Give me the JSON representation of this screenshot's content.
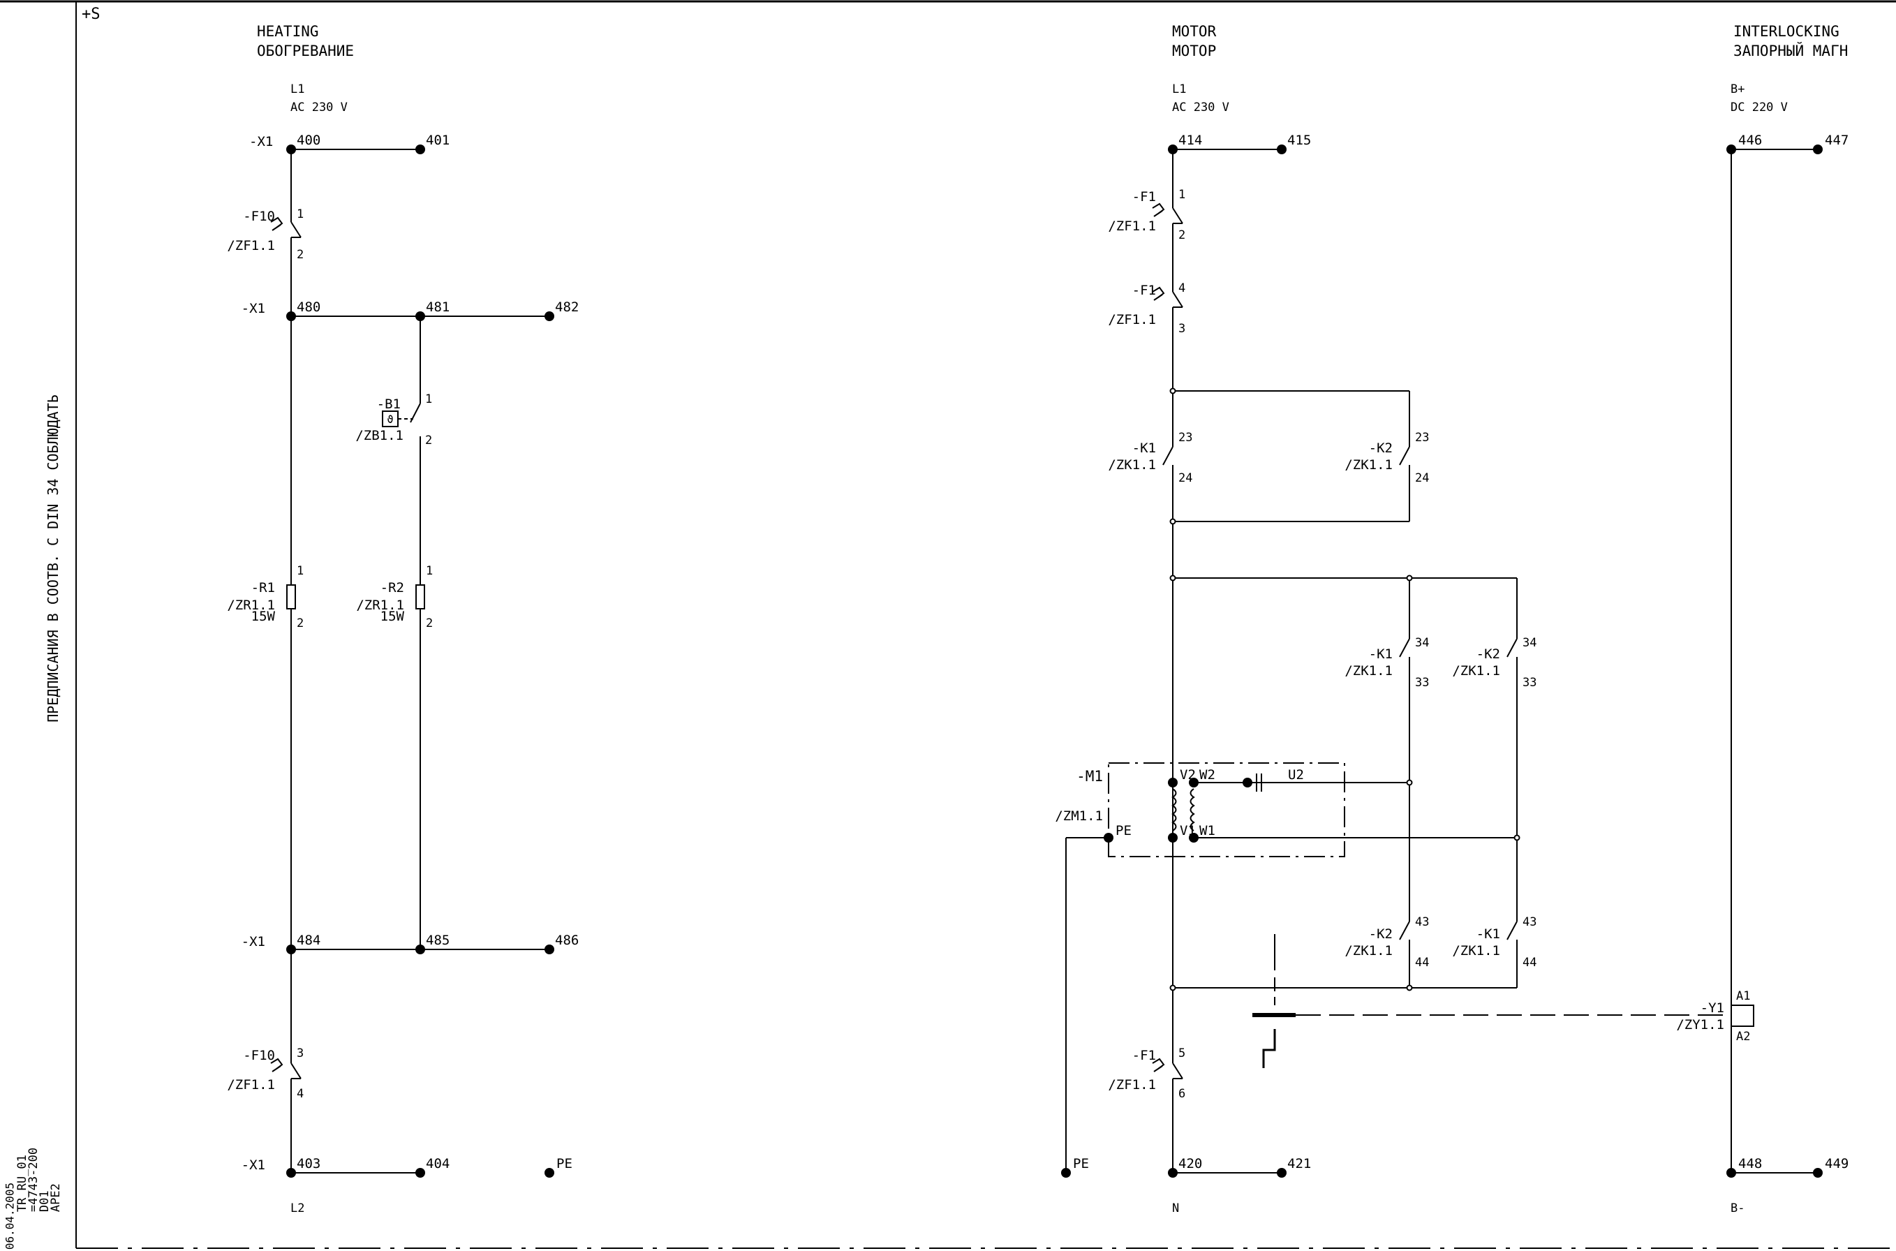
{
  "sheet": {
    "zone": "+S",
    "side_note": "ПРЕДПИСАНИЯ В СООТВ. С  DIN 34 СОБЛЮДАТЬ",
    "footer_date": "06.04.2005",
    "footer_lines": [
      "TR_RU_01",
      "=4743-200",
      "D01",
      "APE2"
    ]
  },
  "heating": {
    "title_en": "HEATING",
    "title_ru": "ОБОГРЕВАНИЕ",
    "supply_line": "L1",
    "supply_voltage": "AC 230 V",
    "return_line": "L2",
    "terminals": {
      "x1_a": "-X1",
      "x1_b": "-X1",
      "x1_c": "-X1",
      "x1_d": "-X1",
      "t400": "400",
      "t401": "401",
      "t480": "480",
      "t481": "481",
      "t482": "482",
      "t484": "484",
      "t485": "485",
      "t486": "486",
      "t403": "403",
      "t404": "404",
      "pe": "PE"
    },
    "f10_top": {
      "tag": "-F10",
      "ref": "/ZF1.1",
      "pin_in": "1",
      "pin_out": "2"
    },
    "f10_bottom": {
      "tag": "-F10",
      "ref": "/ZF1.1",
      "pin_in": "3",
      "pin_out": "4"
    },
    "b1": {
      "tag": "-B1",
      "ref": "/ZB1.1",
      "pin_in": "1",
      "pin_out": "2",
      "symbol": "ϑ"
    },
    "r1": {
      "tag": "-R1",
      "ref": "/ZR1.1",
      "power": "15W",
      "pin_in": "1",
      "pin_out": "2"
    },
    "r2": {
      "tag": "-R2",
      "ref": "/ZR1.1",
      "power": "15W",
      "pin_in": "1",
      "pin_out": "2"
    }
  },
  "motor": {
    "title_en": "MOTOR",
    "title_ru": "МОТОР",
    "supply_line": "L1",
    "supply_voltage": "AC 230 V",
    "return_line": "N",
    "terminals": {
      "t414": "414",
      "t415": "415",
      "t420": "420",
      "t421": "421",
      "pe": "PE"
    },
    "f1_a": {
      "tag": "-F1",
      "ref": "/ZF1.1",
      "pin_in": "1",
      "pin_out": "2"
    },
    "f1_b": {
      "tag": "-F1",
      "ref": "/ZF1.1",
      "pin_in": "4",
      "pin_out": "3"
    },
    "f1_c": {
      "tag": "-F1",
      "ref": "/ZF1.1",
      "pin_in": "5",
      "pin_out": "6"
    },
    "k1_23": {
      "tag": "-K1",
      "ref": "/ZK1.1",
      "pin_a": "23",
      "pin_b": "24"
    },
    "k2_23": {
      "tag": "-K2",
      "ref": "/ZK1.1",
      "pin_a": "23",
      "pin_b": "24"
    },
    "k1_34": {
      "tag": "-K1",
      "ref": "/ZK1.1",
      "pin_a": "34",
      "pin_b": "33"
    },
    "k2_34": {
      "tag": "-K2",
      "ref": "/ZK1.1",
      "pin_a": "34",
      "pin_b": "33"
    },
    "k2_43": {
      "tag": "-K2",
      "ref": "/ZK1.1",
      "pin_a": "43",
      "pin_b": "44"
    },
    "k1_43": {
      "tag": "-K1",
      "ref": "/ZK1.1",
      "pin_a": "43",
      "pin_b": "44"
    },
    "m1": {
      "tag": "-M1",
      "ref": "/ZM1.1",
      "pe": "PE",
      "v1": "V1",
      "v2": "V2",
      "w1": "W1",
      "w2": "W2",
      "u2": "U2"
    }
  },
  "interlocking": {
    "title_en": "INTERLOCKING",
    "title_ru": "ЗАПОРНЫЙ МАГН",
    "supply_line": "B+",
    "supply_voltage": "DC 220 V",
    "return_line": "B-",
    "terminals": {
      "t446": "446",
      "t447": "447",
      "t448": "448",
      "t449": "449"
    },
    "y1": {
      "tag": "-Y1",
      "ref": "/ZY1.1",
      "pin_a": "A1",
      "pin_b": "A2"
    }
  }
}
